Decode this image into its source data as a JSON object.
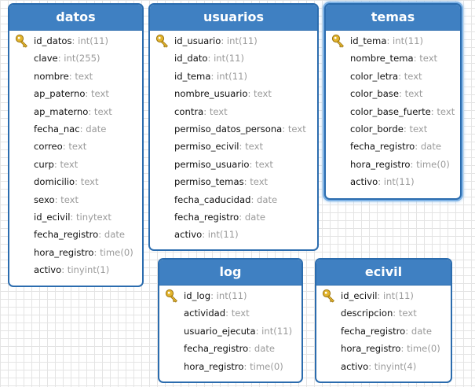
{
  "colors": {
    "header": "#3f80c2",
    "border": "#2b6cae",
    "selected_glow": "#7fb3e6",
    "field_text": "#111111",
    "type_text": "#9a9a9a",
    "key_icon": "#e2b42c"
  },
  "icons": {
    "primary_key": "key-icon"
  },
  "tables": {
    "datos": {
      "title": "datos",
      "fields": [
        {
          "name": "id_datos",
          "type": ": int(11)",
          "pk": true
        },
        {
          "name": "clave",
          "type": ": int(255)"
        },
        {
          "name": "nombre",
          "type": ": text"
        },
        {
          "name": "ap_paterno",
          "type": ": text"
        },
        {
          "name": "ap_materno",
          "type": ": text"
        },
        {
          "name": "fecha_nac",
          "type": ": date"
        },
        {
          "name": "correo",
          "type": ": text"
        },
        {
          "name": "curp",
          "type": ": text"
        },
        {
          "name": "domicilio",
          "type": ": text"
        },
        {
          "name": "sexo",
          "type": ": text"
        },
        {
          "name": "id_ecivil",
          "type": ": tinytext"
        },
        {
          "name": "fecha_registro",
          "type": ": date"
        },
        {
          "name": "hora_registro",
          "type": ": time(0)"
        },
        {
          "name": "activo",
          "type": ": tinyint(1)"
        }
      ]
    },
    "usuarios": {
      "title": "usuarios",
      "fields": [
        {
          "name": "id_usuario",
          "type": ": int(11)",
          "pk": true
        },
        {
          "name": "id_dato",
          "type": ": int(11)"
        },
        {
          "name": "id_tema",
          "type": ": int(11)"
        },
        {
          "name": "nombre_usuario",
          "type": ": text"
        },
        {
          "name": "contra",
          "type": ": text"
        },
        {
          "name": "permiso_datos_persona",
          "type": ": text"
        },
        {
          "name": "permiso_ecivil",
          "type": ": text"
        },
        {
          "name": "permiso_usuario",
          "type": ": text"
        },
        {
          "name": "permiso_temas",
          "type": ": text"
        },
        {
          "name": "fecha_caducidad",
          "type": ": date"
        },
        {
          "name": "fecha_registro",
          "type": ": date"
        },
        {
          "name": "activo",
          "type": ": int(11)"
        }
      ]
    },
    "temas": {
      "title": "temas",
      "fields": [
        {
          "name": "id_tema",
          "type": ": int(11)",
          "pk": true
        },
        {
          "name": "nombre_tema",
          "type": ": text"
        },
        {
          "name": "color_letra",
          "type": ": text"
        },
        {
          "name": "color_base",
          "type": ": text"
        },
        {
          "name": "color_base_fuerte",
          "type": ": text"
        },
        {
          "name": "color_borde",
          "type": ": text"
        },
        {
          "name": "fecha_registro",
          "type": ": date"
        },
        {
          "name": "hora_registro",
          "type": ": time(0)"
        },
        {
          "name": "activo",
          "type": ": int(11)"
        }
      ]
    },
    "log": {
      "title": "log",
      "fields": [
        {
          "name": "id_log",
          "type": ": int(11)",
          "pk": true
        },
        {
          "name": "actividad",
          "type": ": text"
        },
        {
          "name": "usuario_ejecuta",
          "type": ": int(11)"
        },
        {
          "name": "fecha_registro",
          "type": ": date"
        },
        {
          "name": "hora_registro",
          "type": ": time(0)"
        }
      ]
    },
    "ecivil": {
      "title": "ecivil",
      "fields": [
        {
          "name": "id_ecivil",
          "type": ": int(11)",
          "pk": true
        },
        {
          "name": "descripcion",
          "type": ": text"
        },
        {
          "name": "fecha_registro",
          "type": ": date"
        },
        {
          "name": "hora_registro",
          "type": ": time(0)"
        },
        {
          "name": "activo",
          "type": ": tinyint(4)"
        }
      ]
    }
  }
}
